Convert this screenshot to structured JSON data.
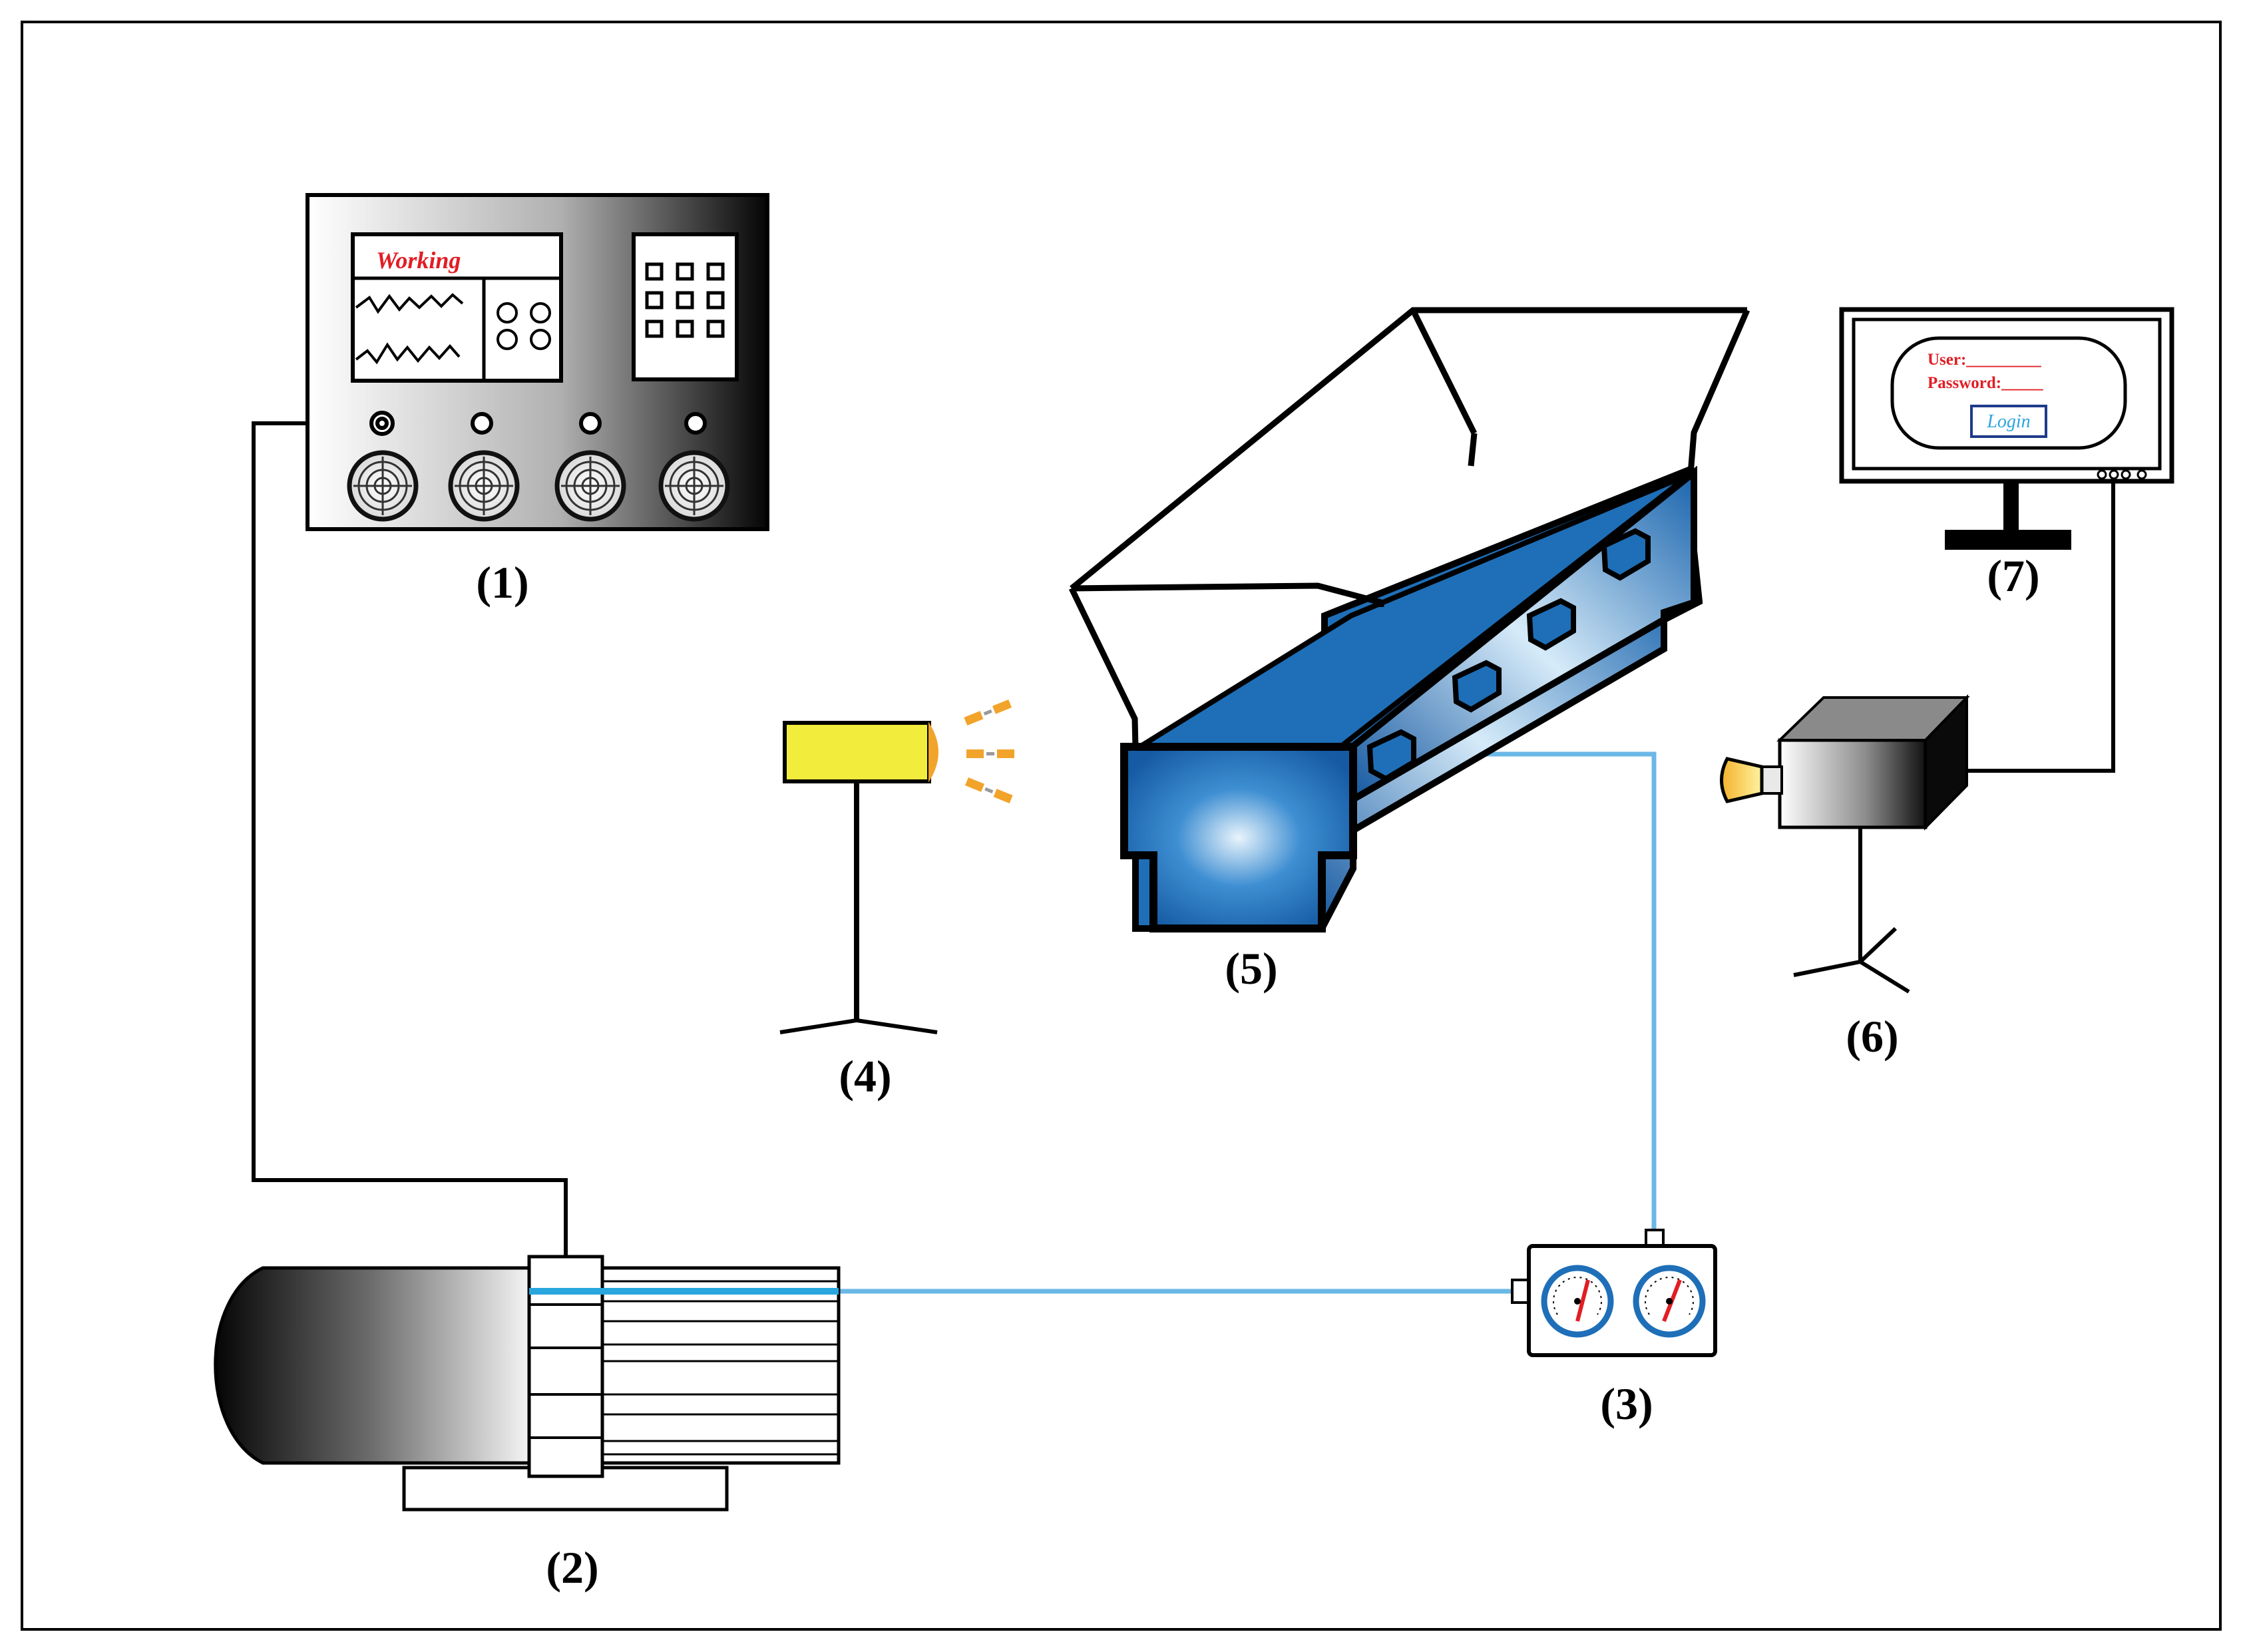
{
  "labels": {
    "controller": "(1)",
    "pump": "(2)",
    "gauges": "(3)",
    "light": "(4)",
    "channel": "(5)",
    "camera": "(6)",
    "monitor": "(7)"
  },
  "controller_screen": {
    "status": "Working"
  },
  "monitor_screen": {
    "user_label": "User:_________",
    "password_label": "Password:_____",
    "login_button": "Login"
  },
  "colors": {
    "pipe": "#6ab8e6",
    "channel_blue": "#1e6fb8",
    "lamp_yellow": "#f2ec3c",
    "light_rays": "#f2a32a",
    "screen_text": "#e21d24",
    "login_text": "#29a6de"
  }
}
